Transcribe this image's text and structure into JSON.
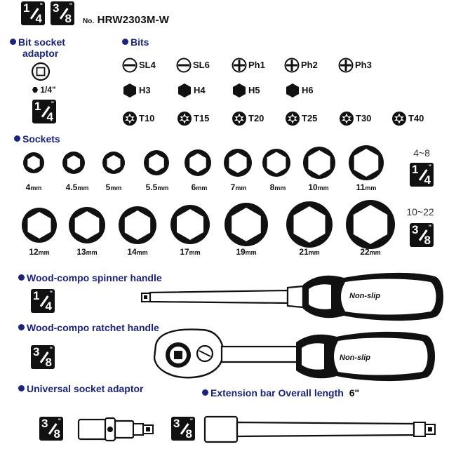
{
  "drives_top": [
    {
      "num": "1",
      "den": "4",
      "quote": "\""
    },
    {
      "num": "3",
      "den": "8",
      "quote": "\""
    }
  ],
  "model_prefix": "No.",
  "model": "HRW2303M-W",
  "adaptor": {
    "title_line1": "Bit socket",
    "title_line2": "adaptor",
    "hex_size": "1/4\"",
    "drive": {
      "num": "1",
      "den": "4",
      "quote": "\""
    }
  },
  "bits": {
    "title": "Bits",
    "rows": [
      [
        {
          "label": "SL4",
          "icon": "slotted-icon"
        },
        {
          "label": "SL6",
          "icon": "slotted-icon"
        },
        {
          "label": "Ph1",
          "icon": "phillips-icon"
        },
        {
          "label": "Ph2",
          "icon": "phillips-icon"
        },
        {
          "label": "Ph3",
          "icon": "phillips-icon"
        }
      ],
      [
        {
          "label": "H3",
          "icon": "hex-icon"
        },
        {
          "label": "H4",
          "icon": "hex-icon"
        },
        {
          "label": "H5",
          "icon": "hex-icon"
        },
        {
          "label": "H6",
          "icon": "hex-icon"
        }
      ],
      [
        {
          "label": "T10",
          "icon": "torx-icon"
        },
        {
          "label": "T15",
          "icon": "torx-icon"
        },
        {
          "label": "T20",
          "icon": "torx-icon"
        },
        {
          "label": "T25",
          "icon": "torx-icon"
        },
        {
          "label": "T30",
          "icon": "torx-icon"
        },
        {
          "label": "T40",
          "icon": "torx-icon"
        }
      ]
    ]
  },
  "sockets": {
    "title": "Sockets",
    "row1": [
      {
        "size": "4",
        "unit": "mm"
      },
      {
        "size": "4.5",
        "unit": "mm"
      },
      {
        "size": "5",
        "unit": "mm"
      },
      {
        "size": "5.5",
        "unit": "mm"
      },
      {
        "size": "6",
        "unit": "mm"
      },
      {
        "size": "7",
        "unit": "mm"
      },
      {
        "size": "8",
        "unit": "mm"
      },
      {
        "size": "10",
        "unit": "mm"
      },
      {
        "size": "11",
        "unit": "mm"
      }
    ],
    "row2": [
      {
        "size": "12",
        "unit": "mm"
      },
      {
        "size": "13",
        "unit": "mm"
      },
      {
        "size": "14",
        "unit": "mm"
      },
      {
        "size": "17",
        "unit": "mm"
      },
      {
        "size": "19",
        "unit": "mm"
      },
      {
        "size": "21",
        "unit": "mm"
      },
      {
        "size": "22",
        "unit": "mm"
      }
    ],
    "range1": "4~8",
    "range2": "10~22",
    "drive1": {
      "num": "1",
      "den": "4",
      "quote": "\""
    },
    "drive2": {
      "num": "3",
      "den": "8",
      "quote": "\""
    }
  },
  "spinner": {
    "title": "Wood-compo spinner handle",
    "grip_text": "Non-slip",
    "drive": {
      "num": "1",
      "den": "4",
      "quote": "\""
    }
  },
  "ratchet": {
    "title": "Wood-compo ratchet handle",
    "grip_text": "Non-slip",
    "drive": {
      "num": "3",
      "den": "8",
      "quote": "\""
    }
  },
  "universal": {
    "title": "Universal socket adaptor",
    "drive": {
      "num": "3",
      "den": "8",
      "quote": "\""
    }
  },
  "extension": {
    "title": "Extension bar Overall length",
    "length": "6\"",
    "drive": {
      "num": "3",
      "den": "8",
      "quote": "\""
    }
  },
  "colors": {
    "accent": "#1a237e",
    "ink": "#111111"
  }
}
